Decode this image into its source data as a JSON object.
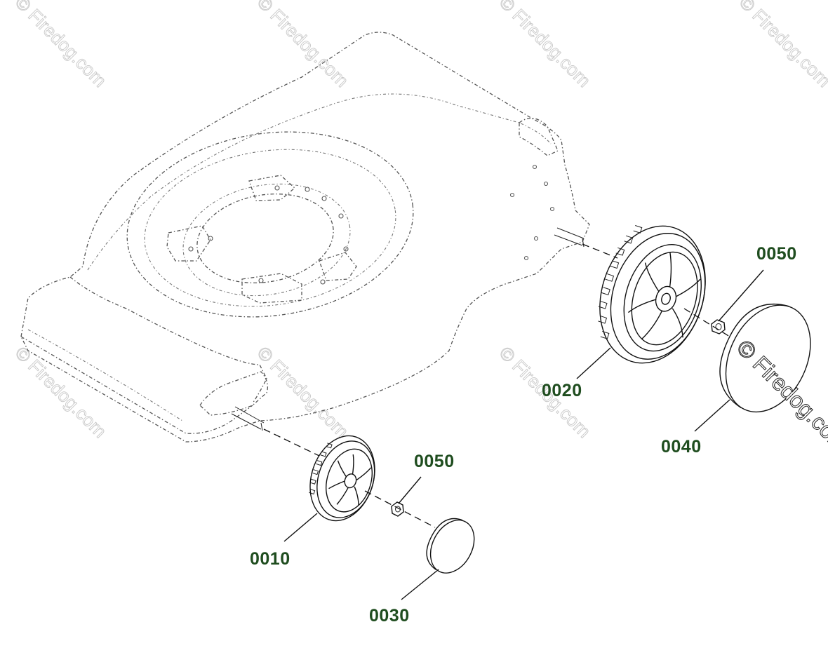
{
  "diagram": {
    "callouts": [
      {
        "id": "c-0010",
        "text": "0010"
      },
      {
        "id": "c-0020",
        "text": "0020"
      },
      {
        "id": "c-0030",
        "text": "0030"
      },
      {
        "id": "c-0040",
        "text": "0040"
      },
      {
        "id": "c-0050-front",
        "text": "0050"
      },
      {
        "id": "c-0050-rear",
        "text": "0050"
      }
    ],
    "watermark_text": "© Firedog.com",
    "colors": {
      "callout_text": "#1f4d1f",
      "line_art": "#111111",
      "deck_outline": "#555555",
      "watermark": "#c9c9c9"
    }
  }
}
